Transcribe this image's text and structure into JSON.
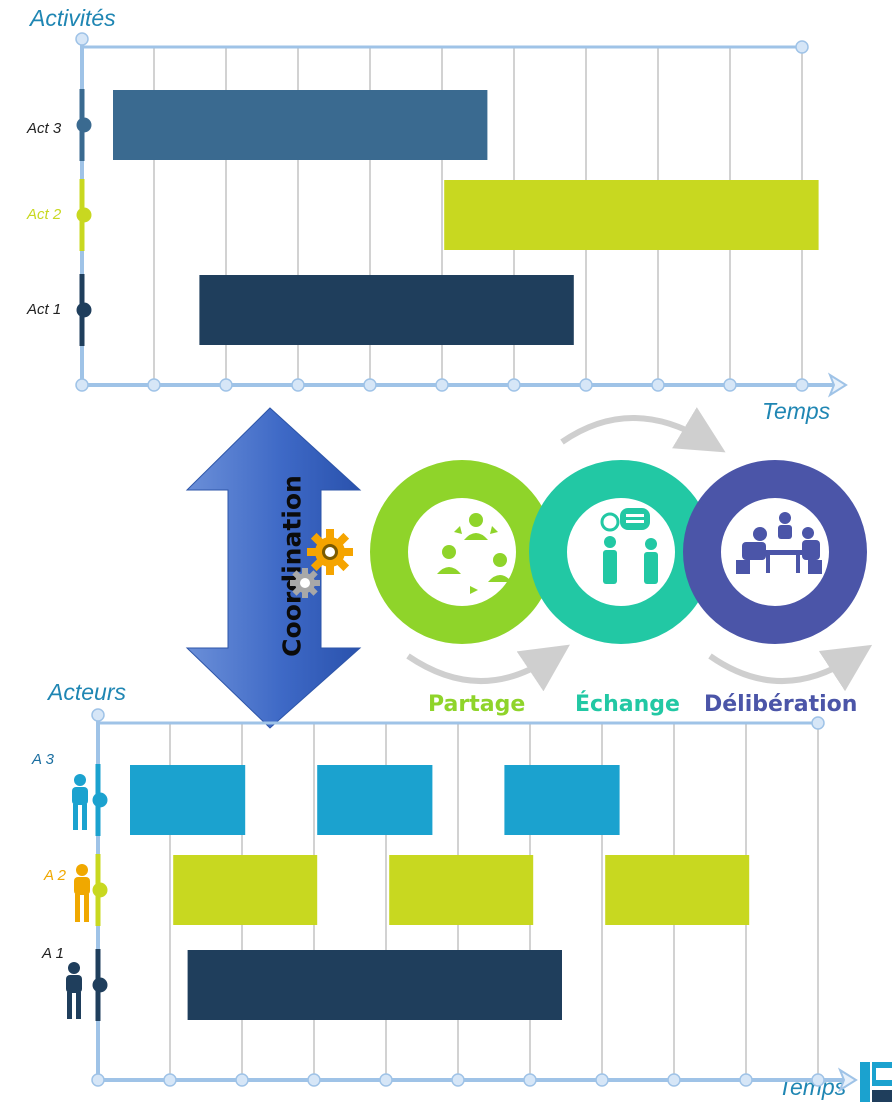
{
  "colors": {
    "grid": "#b4b4b4",
    "axis": "#9fc3e7",
    "title": "#1f86b3",
    "dark_navy": "#1f3e5c",
    "steel_blue": "#3a6a90",
    "lime": "#c8d820",
    "cyan": "#1ba2cf",
    "partage_green": "#8fd42a",
    "echange_teal": "#22c8a4",
    "deliberation_purple": "#4b55a8",
    "gear_orange": "#f5a400"
  },
  "activities_chart": {
    "title": "Activités",
    "x_axis_label": "Temps",
    "rows": [
      {
        "label": "Act 3",
        "color": "#3a6a90",
        "label_color": "#222222",
        "bars": [
          [
            0,
            5.2
          ]
        ]
      },
      {
        "label": "Act 2",
        "color": "#c8d820",
        "label_color": "#c8d820",
        "bars": [
          [
            4.6,
            9.8
          ]
        ]
      },
      {
        "label": "Act 1",
        "color": "#1f3e5c",
        "label_color": "#222222",
        "bars": [
          [
            1.2,
            6.4
          ]
        ]
      }
    ]
  },
  "coordination": {
    "label": "Coordination"
  },
  "cycle": {
    "stages": [
      {
        "label": "Partage",
        "color": "#8fd42a",
        "icon": "sharing-people-icon"
      },
      {
        "label": "Échange",
        "color": "#22c8a4",
        "icon": "discussion-people-icon"
      },
      {
        "label": "Délibération",
        "color": "#4b55a8",
        "icon": "meeting-table-icon"
      }
    ]
  },
  "actors_chart": {
    "title": "Acteurs",
    "x_axis_label": "Temps",
    "rows": [
      {
        "label": "A 3",
        "color": "#1ba2cf",
        "label_color": "#1a6ea0",
        "bars": [
          [
            0,
            1.6
          ],
          [
            2.6,
            4.2
          ],
          [
            5.2,
            6.8
          ]
        ]
      },
      {
        "label": "A 2",
        "color": "#c8d820",
        "label_color": "#f0a800",
        "bars": [
          [
            0.6,
            2.6
          ],
          [
            3.6,
            5.6
          ],
          [
            6.6,
            8.6
          ]
        ]
      },
      {
        "label": "A 1",
        "color": "#1f3e5c",
        "label_color": "#222222",
        "bars": [
          [
            0.8,
            6.0
          ]
        ]
      }
    ]
  }
}
